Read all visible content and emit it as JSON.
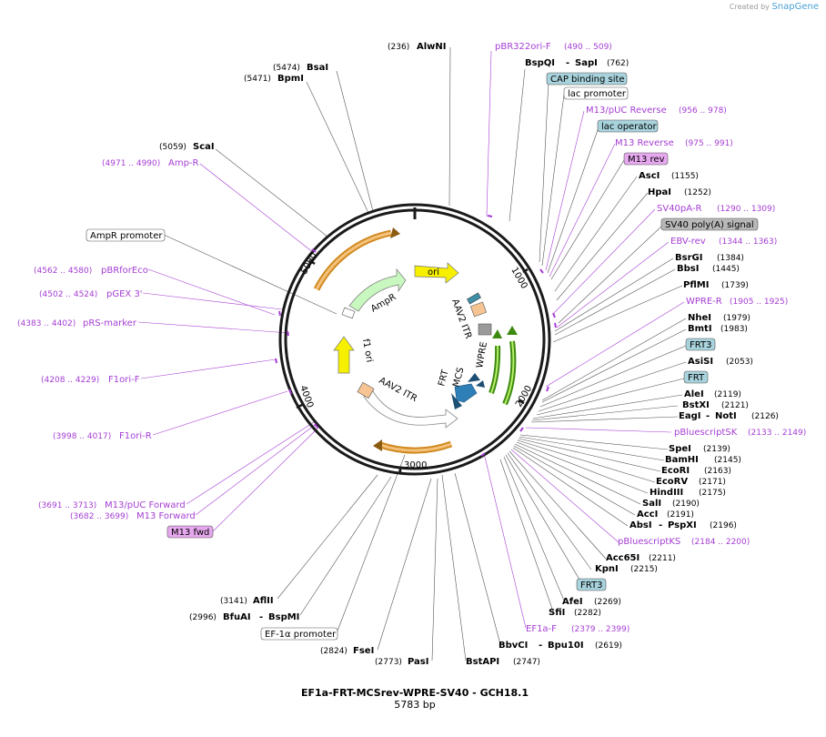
{
  "credit": {
    "prefix": "Created by",
    "brand": "SnapGene"
  },
  "plasmid": {
    "name": "EF1a-FRT-MCSrev-WPRE-SV40 - GCH18.1",
    "size": "5783 bp"
  },
  "ticks": [
    "1000",
    "2000",
    "3000",
    "4000",
    "5000"
  ],
  "inner_labels": [
    "ori",
    "AAV2 ITR",
    "WPRE",
    "MCS",
    "FRT",
    "AAV2 ITR",
    "f1 ori",
    "AmpR"
  ],
  "right_labels": [
    {
      "kind": "primer",
      "name": "pBR322ori-F",
      "range": "(490 .. 509)"
    },
    {
      "kind": "site",
      "name": "BspQI",
      "name2": "SapI",
      "num": "(762)"
    },
    {
      "kind": "feature",
      "name": "CAP binding site",
      "color": "#a8d3dd"
    },
    {
      "kind": "feature",
      "name": "lac promoter",
      "color": "#ffffff"
    },
    {
      "kind": "primer",
      "name": "M13/pUC Reverse",
      "range": "(956 .. 978)"
    },
    {
      "kind": "feature",
      "name": "lac operator",
      "color": "#a8d3dd"
    },
    {
      "kind": "primer",
      "name": "M13 Reverse",
      "range": "(975 .. 991)"
    },
    {
      "kind": "feature",
      "name": "M13 rev",
      "color": "#e6a8ee"
    },
    {
      "kind": "site",
      "name": "AscI",
      "num": "(1155)"
    },
    {
      "kind": "site",
      "name": "HpaI",
      "num": "(1252)"
    },
    {
      "kind": "primer",
      "name": "SV40pA-R",
      "range": "(1290 .. 1309)"
    },
    {
      "kind": "feature",
      "name": "SV40 poly(A) signal",
      "color": "#b8b8b8"
    },
    {
      "kind": "primer",
      "name": "EBV-rev",
      "range": "(1344 .. 1363)"
    },
    {
      "kind": "site",
      "name": "BsrGI",
      "num": "(1384)"
    },
    {
      "kind": "site",
      "name": "BbsI",
      "num": "(1445)"
    },
    {
      "kind": "site",
      "name": "PflMI",
      "num": "(1739)"
    },
    {
      "kind": "primer",
      "name": "WPRE-R",
      "range": "(1905 .. 1925)"
    },
    {
      "kind": "site",
      "name": "NheI",
      "num": "(1979)"
    },
    {
      "kind": "site",
      "name": "BmtI",
      "num": "(1983)"
    },
    {
      "kind": "feature",
      "name": "FRT3",
      "color": "#a8d3dd"
    },
    {
      "kind": "site",
      "name": "AsiSI",
      "num": "(2053)"
    },
    {
      "kind": "feature",
      "name": "FRT",
      "color": "#a8d3dd"
    },
    {
      "kind": "site",
      "name": "AleI",
      "num": "(2119)"
    },
    {
      "kind": "site",
      "name": "BstXI",
      "num": "(2121)"
    },
    {
      "kind": "site",
      "name": "EagI",
      "name2": "NotI",
      "num": "(2126)"
    },
    {
      "kind": "primer",
      "name": "pBluescriptSK",
      "range": "(2133 .. 2149)"
    },
    {
      "kind": "site",
      "name": "SpeI",
      "num": "(2139)"
    },
    {
      "kind": "site",
      "name": "BamHI",
      "num": "(2145)"
    },
    {
      "kind": "site",
      "name": "EcoRI",
      "num": "(2163)"
    },
    {
      "kind": "site",
      "name": "EcoRV",
      "num": "(2171)"
    },
    {
      "kind": "site",
      "name": "HindIII",
      "num": "(2175)"
    },
    {
      "kind": "site",
      "name": "SalI",
      "num": "(2190)"
    },
    {
      "kind": "site",
      "name": "AccI",
      "num": "(2191)"
    },
    {
      "kind": "site",
      "name": "AbsI",
      "name2": "PspXI",
      "num": "(2196)"
    },
    {
      "kind": "primer",
      "name": "pBluescriptKS",
      "range": "(2184 .. 2200)"
    },
    {
      "kind": "site",
      "name": "Acc65I",
      "num": "(2211)"
    },
    {
      "kind": "site",
      "name": "KpnI",
      "num": "(2215)"
    },
    {
      "kind": "feature",
      "name": "FRT3",
      "color": "#a8d3dd"
    },
    {
      "kind": "site",
      "name": "AfeI",
      "num": "(2269)"
    },
    {
      "kind": "site",
      "name": "SfiI",
      "num": "(2282)"
    },
    {
      "kind": "primer",
      "name": "EF1a-F",
      "range": "(2379 .. 2399)"
    },
    {
      "kind": "site",
      "name": "BbvCI",
      "name2": "Bpu10I",
      "num": "(2619)"
    },
    {
      "kind": "site",
      "name": "BstAPI",
      "num": "(2747)"
    }
  ],
  "left_labels": [
    {
      "kind": "site",
      "name": "AlwNI",
      "num": "(236)"
    },
    {
      "kind": "site",
      "name": "BsaI",
      "num": "(5474)"
    },
    {
      "kind": "site",
      "name": "BpmI",
      "num": "(5471)"
    },
    {
      "kind": "site",
      "name": "ScaI",
      "num": "(5059)"
    },
    {
      "kind": "primer",
      "name": "Amp-R",
      "range": "(4971 .. 4990)"
    },
    {
      "kind": "feature",
      "name": "AmpR promoter",
      "color": "#ffffff"
    },
    {
      "kind": "primer",
      "name": "pBRforEco",
      "range": "(4562 .. 4580)"
    },
    {
      "kind": "primer",
      "name": "pGEX 3'",
      "range": "(4502 .. 4524)"
    },
    {
      "kind": "primer",
      "name": "pRS-marker",
      "range": "(4383 .. 4402)"
    },
    {
      "kind": "primer",
      "name": "F1ori-F",
      "range": "(4208 .. 4229)"
    },
    {
      "kind": "primer",
      "name": "F1ori-R",
      "range": "(3998 .. 4017)"
    },
    {
      "kind": "primer",
      "name": "M13/pUC Forward",
      "range": "(3691 .. 3713)"
    },
    {
      "kind": "primer",
      "name": "M13 Forward",
      "range": "(3682 .. 3699)"
    },
    {
      "kind": "feature",
      "name": "M13 fwd",
      "color": "#e6a8ee"
    },
    {
      "kind": "site",
      "name": "AflII",
      "num": "(3141)"
    },
    {
      "kind": "site",
      "name": "BfuAI",
      "name2": "BspMI",
      "num": "(2996)"
    },
    {
      "kind": "feature",
      "name": "EF-1α promoter",
      "color": "#ffffff"
    },
    {
      "kind": "site",
      "name": "FseI",
      "num": "(2824)"
    },
    {
      "kind": "site",
      "name": "PasI",
      "num": "(2773)"
    }
  ]
}
